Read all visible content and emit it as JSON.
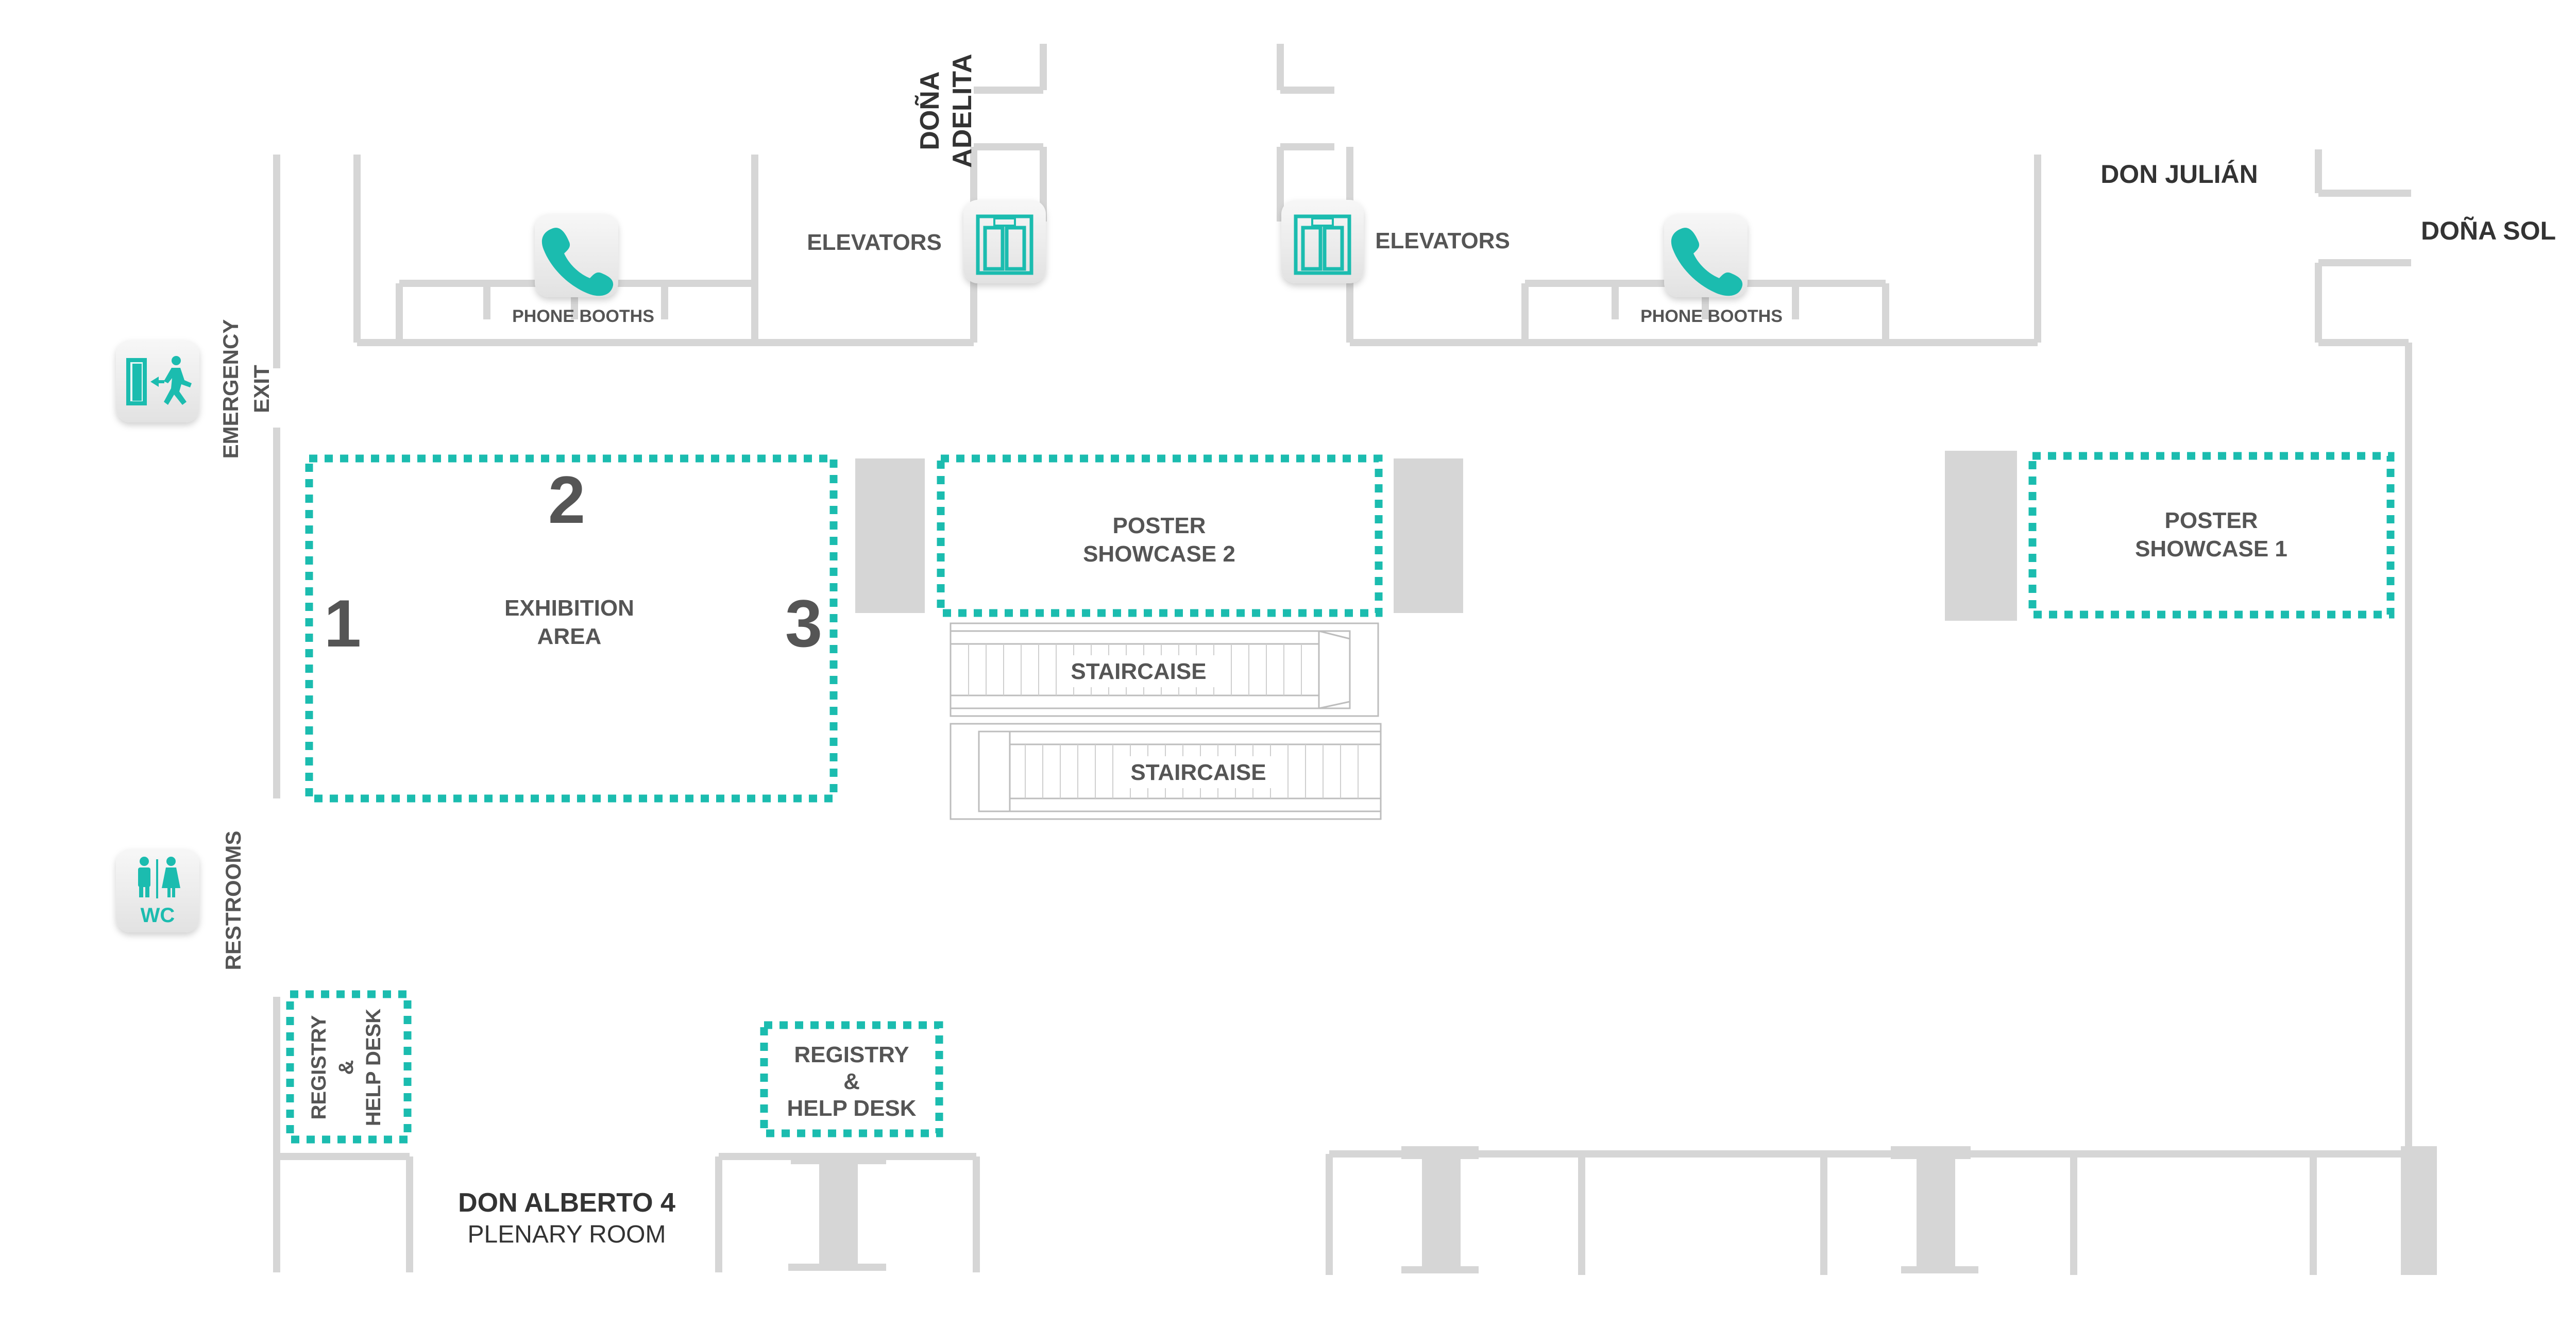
{
  "colors": {
    "accent": "#1bbcaf",
    "wall": "#d6d6d6",
    "label": "#555555",
    "room_label": "#333333",
    "icon_tile": "#ececec"
  },
  "rooms": {
    "dona_adelita_1": "DOÑA",
    "dona_adelita_2": "ADELITA",
    "don_julian": "DON JULIÁN",
    "dona_sol": "DOÑA SOL",
    "don_alberto": "DON ALBERTO 4",
    "plenary": "PLENARY ROOM"
  },
  "labels": {
    "elevators_left": "ELEVATORS",
    "elevators_right": "ELEVATORS",
    "phone_booths_left": "PHONE  BOOTHS",
    "phone_booths_right": "PHONE  BOOTHS",
    "emergency_1": "EMERGENCY",
    "emergency_2": "EXIT",
    "restrooms": "RESTROOMS",
    "wc": "WC",
    "exhibition_1": "EXHIBITION",
    "exhibition_2": "AREA",
    "stand_1": "1",
    "stand_2": "2",
    "stand_3": "3",
    "poster2_1": "POSTER",
    "poster2_2": "SHOWCASE 2",
    "poster1_1": "POSTER",
    "poster1_2": "SHOWCASE 1",
    "staircase_top": "STAIRCAISE",
    "staircase_bottom": "STAIRCAISE",
    "registry_left_1": "REGISTRY",
    "registry_left_2": "&",
    "registry_left_3": "HELP DESK",
    "registry_center_1": "REGISTRY",
    "registry_center_2": "&",
    "registry_center_3": "HELP DESK"
  },
  "icons": {
    "phone": "phone-icon",
    "elevator": "elevator-icon",
    "emergency_exit": "emergency-exit-icon",
    "restroom": "restroom-icon"
  }
}
